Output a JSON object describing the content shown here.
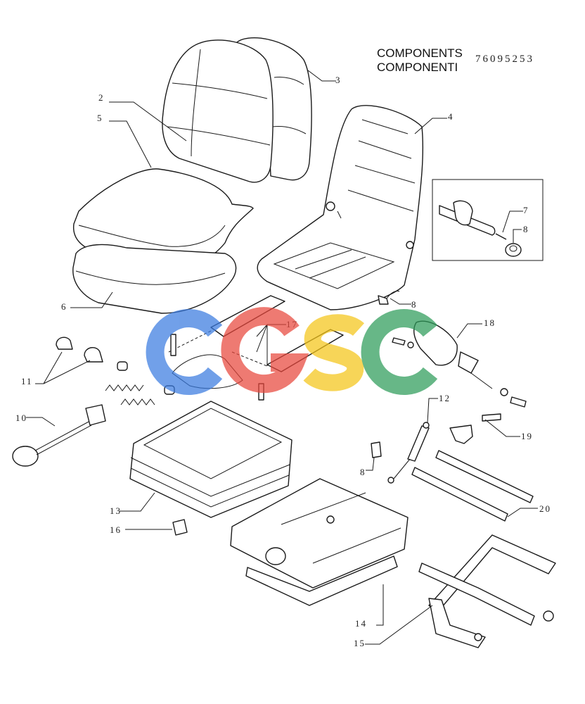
{
  "header": {
    "title_line1": "COMPONENTS",
    "title_line2": "COMPONENTI",
    "code": "76095253"
  },
  "watermark": {
    "letters": "CGSC",
    "colors": [
      "#3a7be0",
      "#e8473c",
      "#f5c518",
      "#2e9c5a"
    ]
  },
  "callouts": [
    "2",
    "3",
    "4",
    "5",
    "6",
    "7",
    "8",
    "8",
    "8",
    "10",
    "11",
    "12",
    "13",
    "14",
    "15",
    "16",
    "17",
    "18",
    "19",
    "20"
  ]
}
